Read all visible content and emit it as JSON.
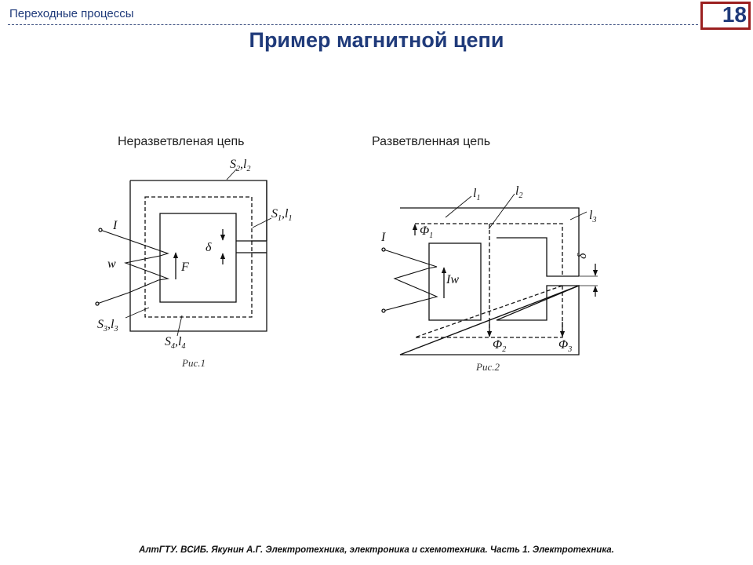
{
  "header": {
    "topic": "Переходные процессы",
    "page_number": "18",
    "title": "Пример магнитной цепи"
  },
  "figures": {
    "left": {
      "caption": "Неразветвленая цепь",
      "labels": {
        "s2l2": "S2,l2",
        "s1l1": "S1,l1",
        "current": "I",
        "delta": "δ",
        "turns": "w",
        "force": "F",
        "s3l3": "S3,l3",
        "s4l4": "S4,l4",
        "fig": "Рис.1"
      }
    },
    "right": {
      "caption": "Разветвленная цепь",
      "labels": {
        "l1": "l1",
        "l2": "l2",
        "l3": "l3",
        "current": "I",
        "flux1": "Φ1",
        "mmf": "Iw",
        "delta": "δ",
        "flux2": "Φ2",
        "flux3": "Φ3",
        "fig": "Рис.2"
      }
    }
  },
  "footer": "АлтГТУ. ВСИБ. Якунин А.Г.  Электротехника, электроника и схемотехника. Часть 1. Электротехника."
}
